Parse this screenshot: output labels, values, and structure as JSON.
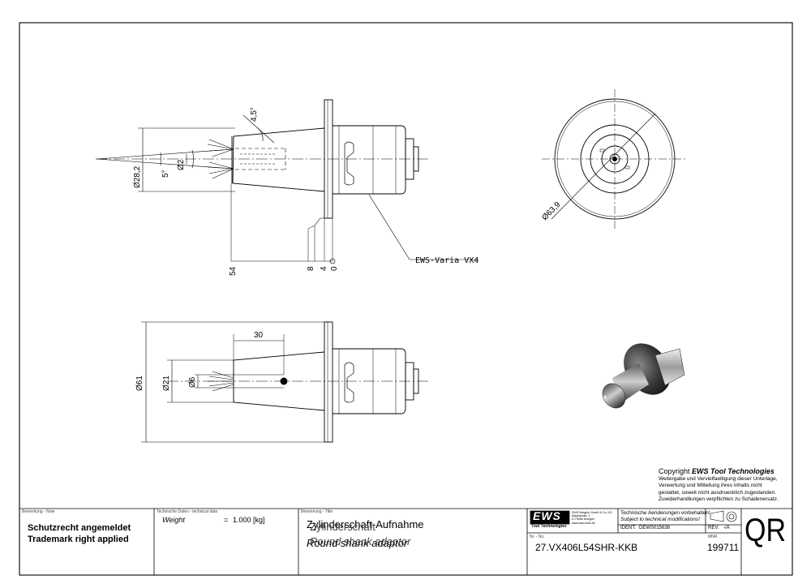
{
  "drawing": {
    "dims_front": {
      "d282": "Ø28,2",
      "d2": "Ø2",
      "ang5": "5°",
      "ang45": "4,5°",
      "x54": "54",
      "x8": "8",
      "x4": "4",
      "x0": "0"
    },
    "callout": "EWS-Varia VX4",
    "dims_end": {
      "d639": "Ø63,9"
    },
    "dims_section": {
      "d61": "Ø61",
      "d21": "Ø21",
      "d6": "Ø6",
      "l30": "30"
    }
  },
  "copyright": {
    "prefix": "Copyright ",
    "brand": "EWS Tool Technologies",
    "lines": [
      "Weitergabe und Vervielfaeltigung dieser Unterlage,",
      "Verwertung und Mitteilung ihres Inhalts nicht",
      "gestattet, soweit nicht ausdruecklich zugestanden.",
      "Zuwiderhandlungen verpflichten zu Schadenersatz."
    ]
  },
  "titleblock": {
    "remark_label": "Bemerkung - Note",
    "remark_line1": "Schutzrecht angemeldet",
    "remark_line2": "Trademark right applied",
    "tech_label": "Technische Daten - technical data",
    "weight_label": "Weight",
    "weight_eq": "=",
    "weight_value": "1.000 [kg]",
    "title_label": "Benennung - Title",
    "title_de": "Zylinderschaft-Aufnahme",
    "title_en": "Round shank adaptor",
    "title_overlay_de": "Zylinderschaft",
    "title_overlay_en": "Round shank adaptor",
    "logo": "EWS",
    "logo_sub": "Tool Technologies",
    "company_lines": [
      "EWS Weigele GmbH & Co. KG",
      "Maybachstr. 1",
      "D-73066 Uhingen",
      "www.ews-tools.de"
    ],
    "notice_de": "Technische Aenderungen vorbehalten!",
    "notice_en": "Subject to technical modifications!",
    "ident_label": "IDENT:",
    "ident_value": "DEWS015638",
    "rev_label": "REV:",
    "rev_value": "-/A",
    "nr_label": "Nr. - No.",
    "part_number": "27.VX406L54SHR-KKB",
    "mnr_label": "MNR",
    "mnr_value": "199711",
    "qr_label": "QR"
  }
}
